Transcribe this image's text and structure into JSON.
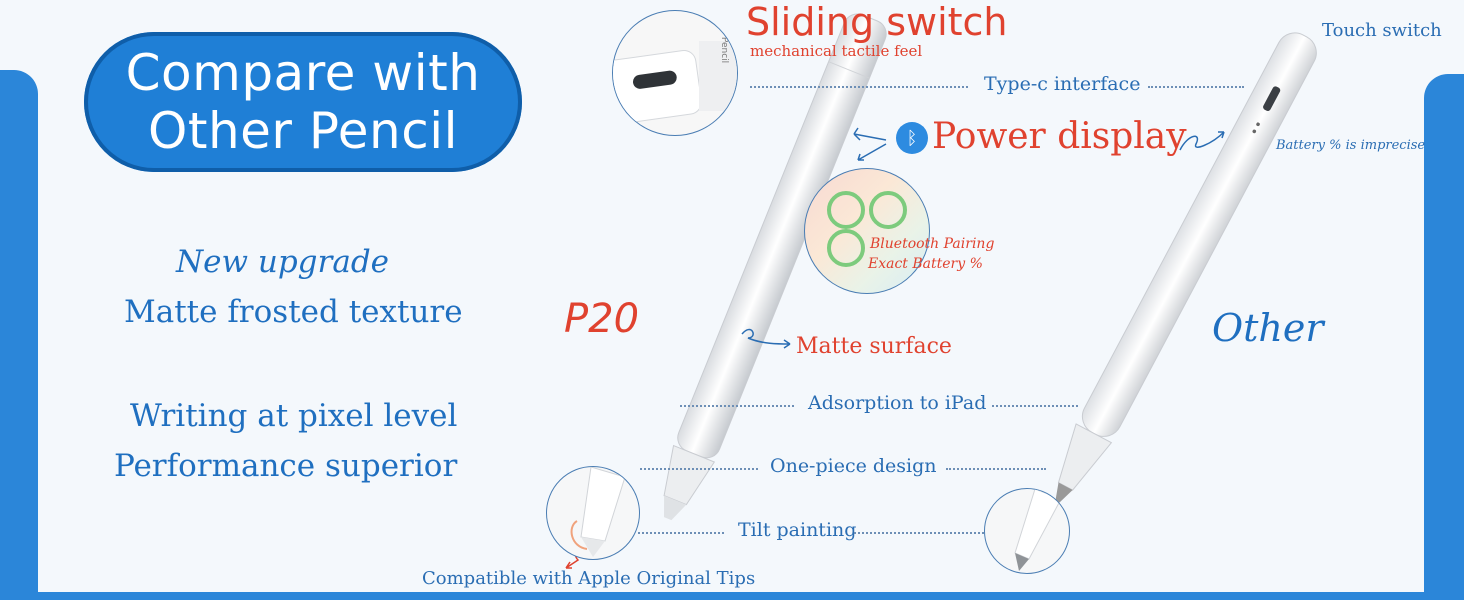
{
  "title": {
    "line1": "Compare with",
    "line2": "Other Pencil"
  },
  "features": {
    "italic_line": "New upgrade",
    "texture": "Matte frosted texture",
    "writing": "Writing at pixel level",
    "performance": "Performance superior"
  },
  "labels": {
    "p20": "P20",
    "other": "Other",
    "sliding_switch": "Sliding switch",
    "mechanical": "mechanical tactile feel",
    "type_c": "Type-c interface",
    "power_display": "Power display",
    "bluetooth_pairing": "Bluetooth Pairing",
    "exact_battery": "Exact Battery %",
    "matte_surface": "Matte surface",
    "adsorption": "Adsorption to iPad",
    "one_piece": "One-piece design",
    "tilt": "Tilt painting",
    "compatible": "Compatible with Apple Original Tips",
    "touch_switch": "Touch switch",
    "battery_imprecise": "Battery % is imprecise",
    "pencil_brand": "Pencil",
    "bluetooth_symbol": "ᛒ"
  },
  "colors": {
    "brand_blue": "#1f7fd6",
    "accent_red": "#e0422f",
    "text_blue": "#1f6fc0",
    "bg": "#f4f8fc"
  }
}
